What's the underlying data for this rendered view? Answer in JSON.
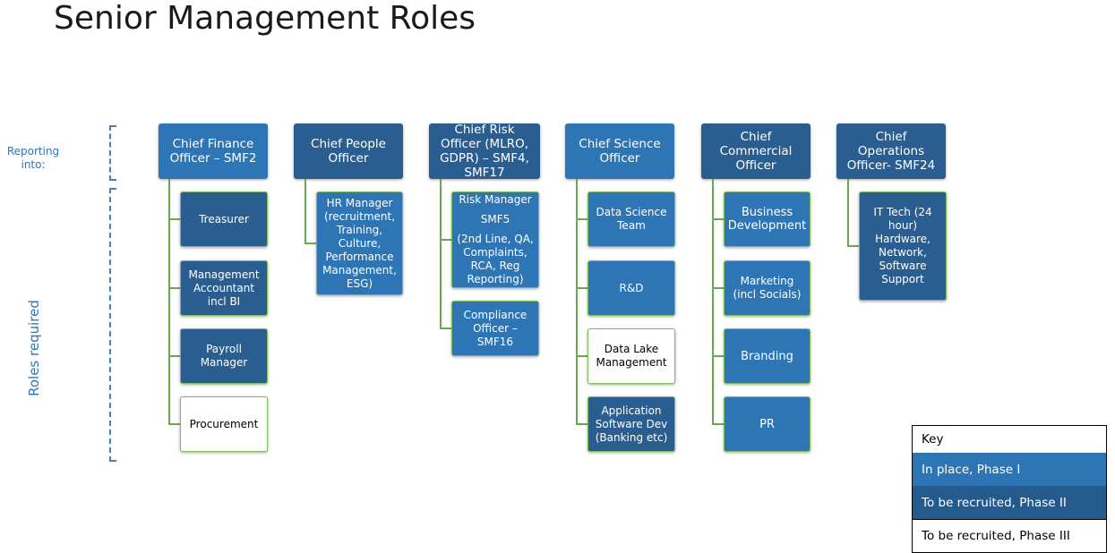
{
  "title": "Senior Management Roles",
  "side_labels": {
    "reporting": "Reporting into:",
    "roles": "Roles required"
  },
  "heads": [
    "Chief Finance Officer – SMF2",
    "Chief People Officer",
    "Chief Risk Officer (MLRO, GDPR) – SMF4, SMF17",
    "Chief Science Officer",
    "Chief Commercial Officer",
    "Chief Operations Officer- SMF24"
  ],
  "roles": {
    "finance": [
      "Treasurer",
      "Management Accountant incl BI",
      "Payroll Manager",
      "Procurement"
    ],
    "people": [
      "HR Manager (recruitment, Training, Culture, Performance Management, ESG)"
    ],
    "risk": [
      "Risk Manager",
      "SMF5",
      "(2nd Line, QA, Complaints, RCA, Reg Reporting)",
      "Compliance Officer – SMF16"
    ],
    "science": [
      "Data Science Team",
      "R&D",
      "Data Lake Management",
      "Application Software Dev (Banking etc)"
    ],
    "commercial": [
      "Business Development",
      "Marketing (incl Socials)",
      "Branding",
      "PR"
    ],
    "operations": [
      "IT Tech (24 hour) Hardware, Network, Software Support"
    ]
  },
  "key": {
    "title": "Key",
    "phase1": "In place, Phase I",
    "phase2": "To be recruited, Phase II",
    "phase3": "To be recruited, Phase III"
  },
  "colors": {
    "phase1": "#2e75b6",
    "phase2": "#2a5d90",
    "phase3": "#ffffff",
    "connector": "#6aa84f",
    "accent_text": "#2e75b6"
  }
}
